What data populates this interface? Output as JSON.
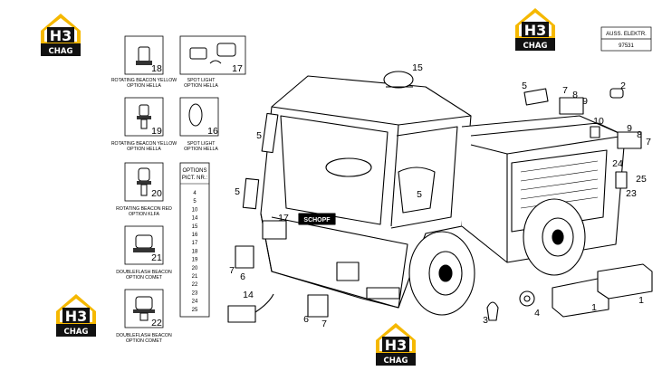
{
  "header": {
    "code_label": "AUSS. ELEKTR.",
    "code_number": "97531"
  },
  "logo": {
    "text": "CHAG",
    "letters": "H3"
  },
  "option_table": {
    "title_line1": "OPTIONS",
    "title_line2": "PICT. NR.:",
    "items": [
      "4",
      "5",
      "10",
      "14",
      "15",
      "16",
      "17",
      "18",
      "19",
      "20",
      "21",
      "22",
      "23",
      "24",
      "25"
    ]
  },
  "boxes": [
    {
      "num": "18",
      "cap1": "ROTATING BEACON YELLOW",
      "cap2": "OPTION HELLA"
    },
    {
      "num": "17",
      "cap1": "SPOT LIGHT",
      "cap2": "OPTION HELLA"
    },
    {
      "num": "19",
      "cap1": "ROTATING BEACON YELLOW",
      "cap2": "OPTION HELLA"
    },
    {
      "num": "16",
      "cap1": "SPOT LIGHT",
      "cap2": "OPTION HELLA"
    },
    {
      "num": "20",
      "cap1": "ROTATING BEACON RED",
      "cap2": "OPTION KLFA"
    },
    {
      "num": "21",
      "cap1": "DOUBLEFLASH BEACON",
      "cap2": "OPTION COMET"
    },
    {
      "num": "22",
      "cap1": "DOUBLEFLASH BEACON",
      "cap2": "OPTION COMET"
    }
  ],
  "callouts": {
    "c15": "15",
    "c5a": "5",
    "c5b": "5",
    "c5c": "5",
    "c5d": "5",
    "c17": "17",
    "c7a": "7",
    "c6a": "6",
    "c14": "14",
    "c6b": "6",
    "c7b": "7",
    "c3": "3",
    "c4": "4",
    "c1a": "1",
    "c1b": "1",
    "c2": "2",
    "c7c": "7",
    "c8a": "8",
    "c9a": "9",
    "c10": "10",
    "c9b": "9",
    "c8b": "8",
    "c7d": "7",
    "c24": "24",
    "c25": "25",
    "c23": "23"
  },
  "vehicle_brand": "SCHOPF"
}
